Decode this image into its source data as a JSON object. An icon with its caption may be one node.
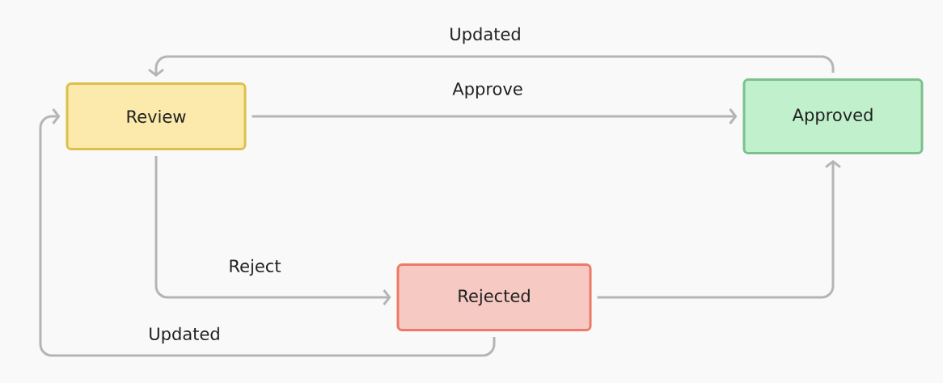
{
  "diagram": {
    "nodes": [
      {
        "text": [
          "Review"
        ]
      },
      {
        "text": [
          "Approved"
        ]
      },
      {
        "text": [
          "Rejected"
        ]
      }
    ],
    "edges": [
      {
        "from": 0,
        "to": 1,
        "arrow": "to",
        "label": "Approve"
      },
      {
        "from": 0,
        "to": 2,
        "arrow": "to",
        "label": "Reject"
      },
      {
        "from": 2,
        "to": 1,
        "arrow": "to"
      },
      {
        "from": 1,
        "to": 0,
        "arrow": "to",
        "label": "Updated"
      },
      {
        "from": 2,
        "to": 0,
        "arrow": "to",
        "label": "Updated"
      }
    ]
  }
}
